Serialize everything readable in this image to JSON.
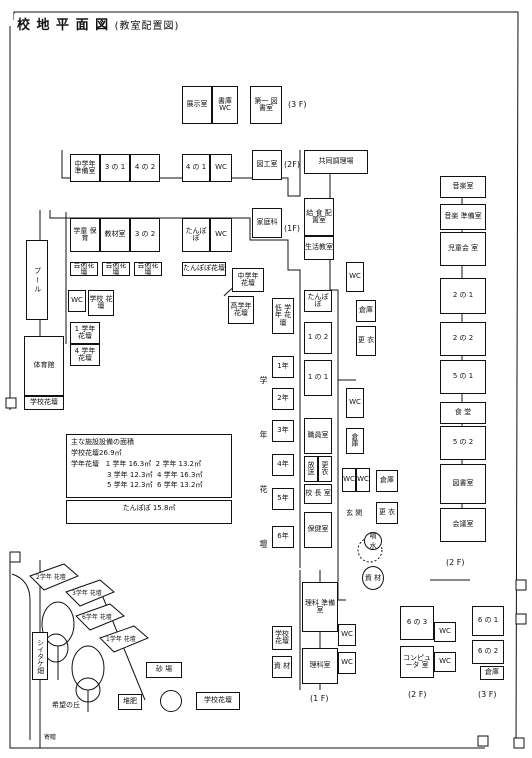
{
  "title": "校 地 平 面 図",
  "subtitle": "(教室配置図)",
  "floors": {
    "f3_top": "(3 F)",
    "f2_mid": "(2F)",
    "f1_mid": "(1F)",
    "f2_right": "(2 F)",
    "f1_bottom": "(1 F)",
    "f2_small": "(2 F)",
    "f3_small": "(3 F)"
  },
  "rooms": {
    "tenji": "展示室",
    "shoko_wc": "書庫 WC",
    "kyoiku1": "第一 図書室",
    "chugaku_junbi": "中学年 準備室",
    "r3_1": "3 の 1",
    "r4_2": "4 の 2",
    "r4_1": "4 の 1",
    "wc_top": "WC",
    "zuko": "図工室",
    "kyodo_chori": "共同調理場",
    "kyushoku": "給 食 配置室",
    "seiri": "生活教室",
    "kyokan_gakushu": "学童 保育",
    "kyozai": "教材室",
    "r3_2": "3 の 2",
    "tanpopo": "たんぽぽ",
    "wc_mid": "WC",
    "kateika": "家庭科",
    "hana1": "芸術花壇",
    "hana2": "芸術花壇",
    "hana3": "芸術花壇",
    "tanpopo_hana": "たんぽぽ花壇",
    "chugaku_hana": "中学年 花壇",
    "kougaku_hana": "高学年 花壇",
    "teigaku_hana": "低 学年 花壇",
    "pool": "プ ー ル",
    "wc_left": "WC",
    "gakko_hana_l": "学校 花壇",
    "nenhana_14": "1 学年 花壇",
    "nenhana_4": "4 学年 花壇",
    "taiikukan": "体育館",
    "gakko_hana_b": "学校花壇",
    "tanpopo2": "たんぽぽ",
    "r1_2": "1 の 2",
    "r1_1": "1 の 1",
    "shokuin": "職員室",
    "kocho": "校 長 室",
    "hoken": "保健室",
    "hoso": "放 送",
    "genkan": "玄 関",
    "soko1": "倉庫",
    "soko2": "倉 庫",
    "koi": "更 衣",
    "wc_c1": "WC",
    "wc_c2": "WC",
    "wc_c3": "WC",
    "pc": "WC",
    "sekkei": "更 衣",
    "nen1": "1年",
    "nen2": "2年",
    "nen3": "3年",
    "nen4": "4年",
    "nen5": "5年",
    "nen6": "6年",
    "gakunen_label": "学 年 花 壇",
    "rika_junbi": "理科 準備室",
    "rika": "理科室",
    "wc_b1": "WC",
    "wc_b2": "WC",
    "gakko_hana_v": "学校 花壇",
    "sozai": "資 材",
    "ongaku": "音楽室",
    "ongaku_junbi": "音楽 準備室",
    "jidokai": "児童会 室",
    "r2_1": "2 の 1",
    "r2_2": "2 の 2",
    "r5_1": "5 の 1",
    "shoku": "食 堂",
    "r5_2": "5 の 2",
    "toshoshitsu": "図書室",
    "kaigi": "会議室",
    "r6_3": "6 の 3",
    "computer": "コンピュータ 室",
    "wc_s1": "WC",
    "wc_s2": "WC",
    "r6_1": "6 の 1",
    "r6_2": "6 の 2",
    "shoko_s": "倉庫",
    "sunaba": "砂 場",
    "taihi": "堆肥",
    "gakko_hana_c": "学校花壇",
    "funsui": "噴 水",
    "shiitake": "シイタケ畑",
    "harunen1": "2学年 花壇",
    "harunen2": "3学年 花壇",
    "harunen3": "6学年 花壇",
    "harunen4": "1学年 花壇",
    "mori": "希望の丘",
    "sheki": "寄贈"
  },
  "area_table": {
    "title": "主な施設設備の面積",
    "school_garden": "学校花壇26.9㎡",
    "header": "学年花壇",
    "rows": [
      [
        "1 学年 16.3㎡",
        "2 学年 13.2㎡"
      ],
      [
        "3 学年 12.3㎡",
        "4 学年 16.3㎡"
      ],
      [
        "5 学年 12.3㎡",
        "6 学年 13.2㎡"
      ]
    ],
    "tanpopo": "たんぽぽ 15.8㎡"
  }
}
